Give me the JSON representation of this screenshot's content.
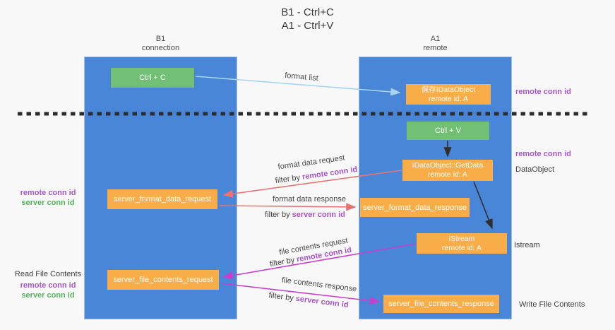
{
  "title": {
    "line1": "B1 - Ctrl+C",
    "line2": "A1 - Ctrl+V"
  },
  "lanes": {
    "left": {
      "title": "B1",
      "subtitle": "connection"
    },
    "right": {
      "title": "A1",
      "subtitle": "remote"
    }
  },
  "boxes": {
    "ctrl_c": {
      "label": "Ctrl + C"
    },
    "ctrl_v": {
      "label": "Ctrl + V"
    },
    "save_dataobject": {
      "line1": "保存IDataObject",
      "line2": "remote id: A"
    },
    "getdata": {
      "line1": "IDataObject::GetData",
      "line2": "remote id: A"
    },
    "istream": {
      "line1": "IStream",
      "line2": "remote id: A"
    },
    "server_format_data_request": {
      "label": "server_format_data_request"
    },
    "server_format_data_response": {
      "label": "server_format_data_response"
    },
    "server_file_contents_request": {
      "label": "server_file_contents_request"
    },
    "server_file_contents_response": {
      "label": "server_file_contents_response"
    }
  },
  "arrow_labels": {
    "format_list": "format list",
    "format_data_request": "format data request",
    "format_data_response": "format data response",
    "file_contents_request": "file contents request",
    "file_contents_response": "file contents response",
    "filter_by": "filter by ",
    "remote_conn_id": "remote conn id",
    "server_conn_id": "server conn id"
  },
  "side_labels": {
    "remote_conn_id_top": "remote conn id",
    "remote_conn_id_mid": "remote conn id",
    "dataobject": "DataObject",
    "istream": "Istream",
    "write_file_contents": "Write File Contents",
    "read_file_contents": "Read File Contents",
    "left_remote_conn_id_1": "remote conn id",
    "left_server_conn_id_1": "server conn id",
    "left_remote_conn_id_2": "remote conn id",
    "left_server_conn_id_2": "server conn id"
  },
  "colors": {
    "lane_blue": "#4a86d8",
    "box_green": "#72bf76",
    "box_orange": "#f9ad48",
    "arrow_lightblue": "#a8d4f0",
    "arrow_red": "#e87373",
    "arrow_magenta": "#c93fcd",
    "arrow_black": "#2f2f2f",
    "text_purple": "#a855cc",
    "text_green": "#56b45c",
    "background": "#f8f8f8"
  }
}
